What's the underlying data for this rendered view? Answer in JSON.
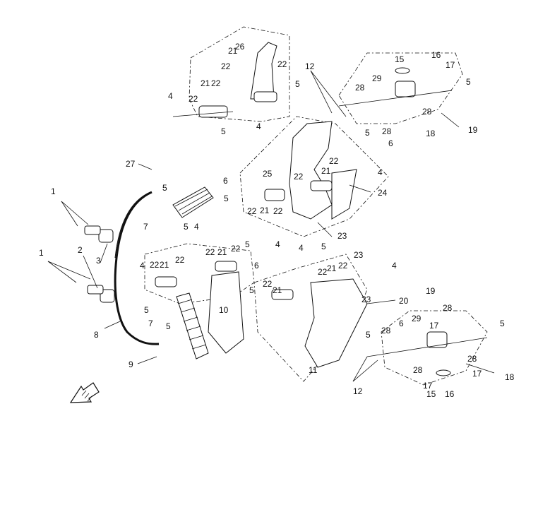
{
  "diagram": {
    "callouts": [
      "1",
      "2",
      "3",
      "4",
      "5",
      "6",
      "7",
      "8",
      "9",
      "10",
      "11",
      "12",
      "15",
      "16",
      "17",
      "18",
      "19",
      "20",
      "21",
      "22",
      "23",
      "24",
      "25",
      "26",
      "27",
      "28",
      "29"
    ],
    "direction_icon": "front-arrow-icon"
  }
}
